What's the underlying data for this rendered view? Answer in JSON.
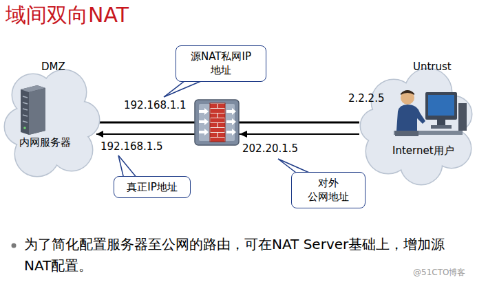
{
  "diagram": {
    "title": "域间双向NAT",
    "nodes": [
      {
        "text": [
          "源NAT私网IP 地址"
        ]
      },
      {
        "text": [
          "DMZ",
          "内网服务器"
        ]
      },
      {
        "text": [
          "Untrust",
          "Internet用户"
        ]
      },
      {
        "text": [
          "真正IP地址"
        ]
      },
      {
        "text": [
          "对外 公网地址"
        ]
      }
    ],
    "edges": [
      {
        "from": 1,
        "to": 2,
        "arrow": "none"
      },
      {
        "from": 2,
        "to": 1,
        "arrow": "to"
      }
    ],
    "labels": [
      "192.168.1.1",
      "192.168.1.5",
      "202.20.1.5",
      "2.2.2.5",
      "为了简化配置服务器至公网的路由，可在NAT Server基础上，增加源NAT配置。",
      "@51CTO博客"
    ]
  }
}
